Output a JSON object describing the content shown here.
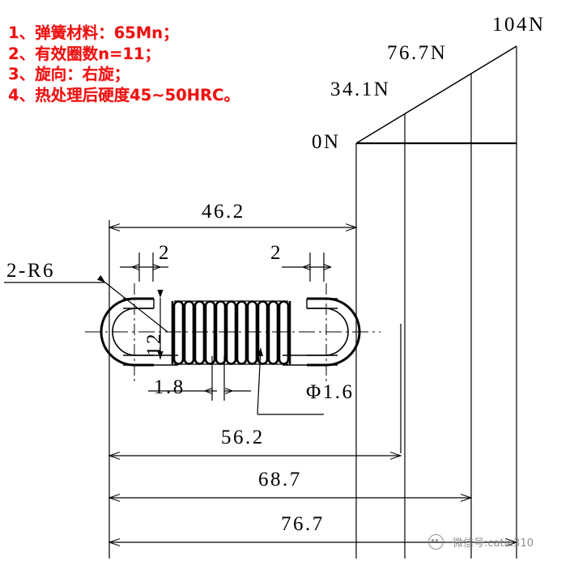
{
  "document": {
    "type": "engineering-drawing",
    "subject": "extension-spring"
  },
  "notes": {
    "lines": [
      "1、弹簧材料：65Mn；",
      "2、有效圈数n=11；",
      "3、旋向：右旋；",
      "4、热处理后硬度45~50HRC。"
    ],
    "color": "#ee1111"
  },
  "force_diagram": {
    "labels": {
      "origin": "0N",
      "level1": "34.1N",
      "level2": "76.7N",
      "level3": "104N"
    }
  },
  "dimensions": {
    "top_span": "46.2",
    "gap_left": "2",
    "gap_right": "2",
    "radius_note": "2-R6",
    "coil_height": "12",
    "pitch": "1.8",
    "wire_dia": "Φ1.6",
    "body_len": "56.2",
    "len_68_7": "68.7",
    "len_76_7": "76.7"
  },
  "watermark": {
    "text": "微信号:catia310"
  }
}
